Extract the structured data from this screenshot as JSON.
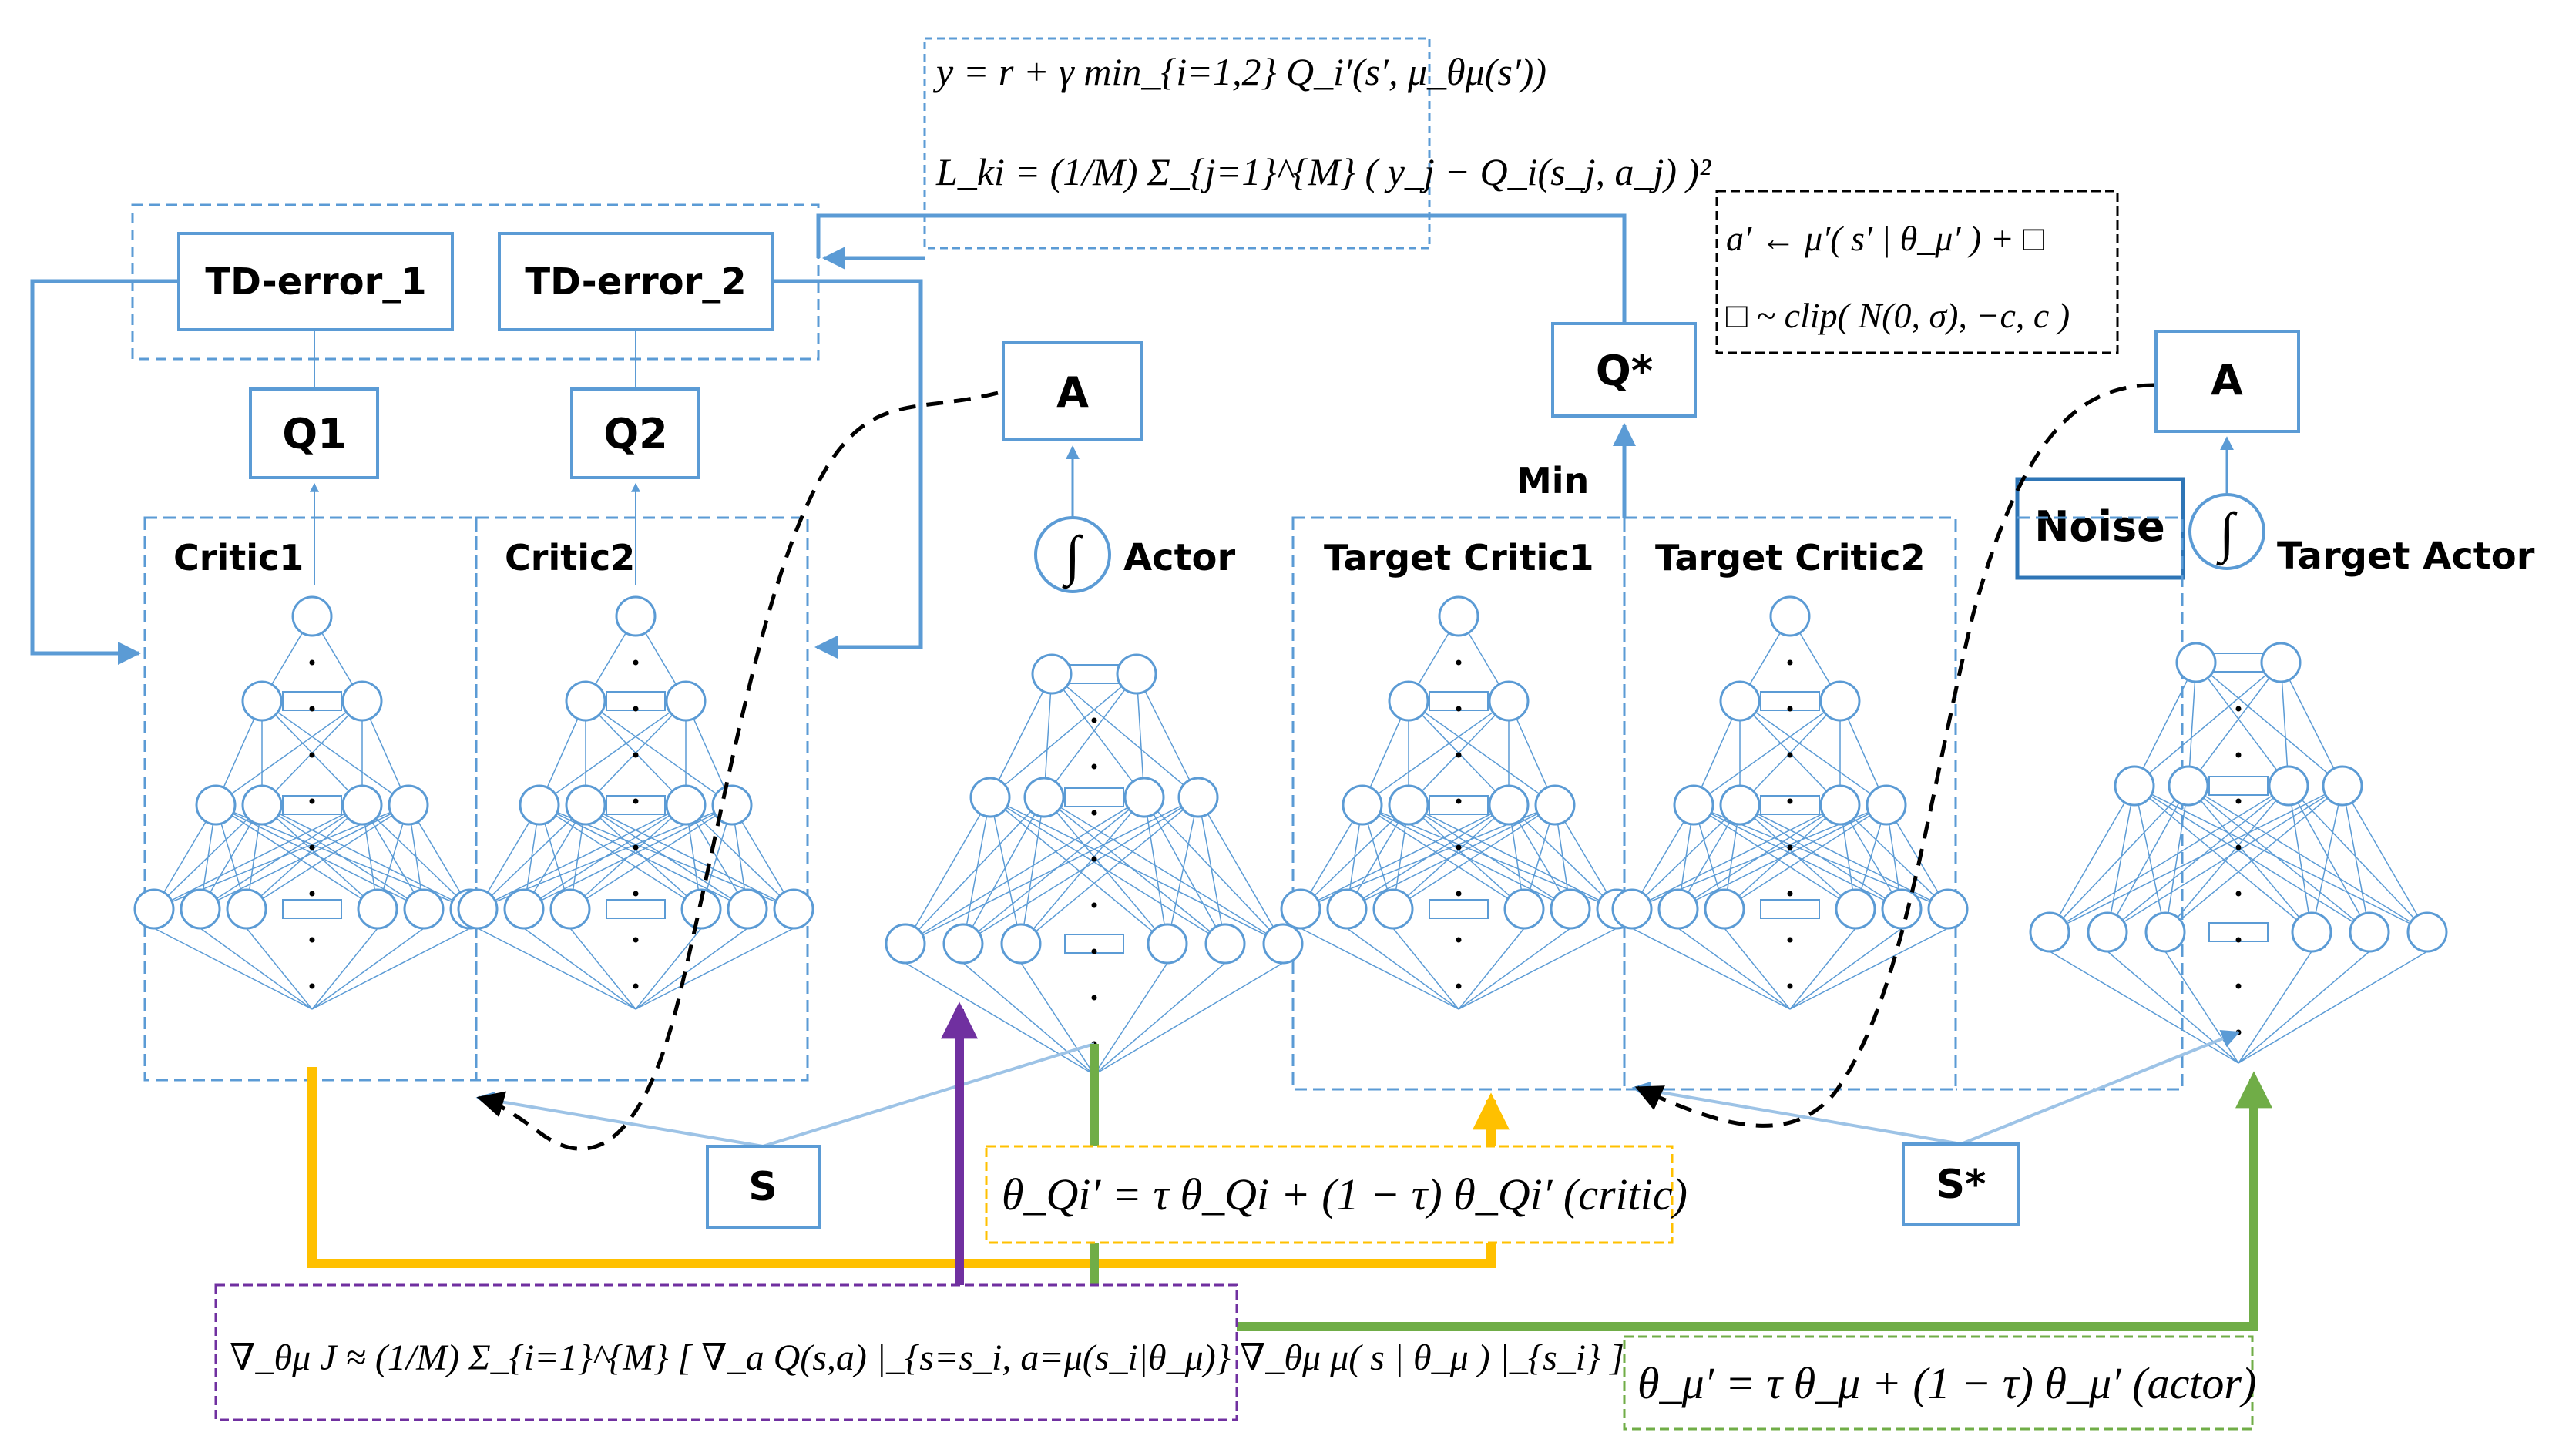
{
  "colors": {
    "blue": "#5b9bd5",
    "dark_blue": "#2e75b6",
    "text": "#000000",
    "yellow": "#ffc000",
    "purple": "#7030a0",
    "green": "#70ad47"
  },
  "labels": {
    "td_error_1": "TD-error_1",
    "td_error_2": "TD-error_2",
    "q1": "Q1",
    "q2": "Q2",
    "a": "A",
    "a_target": "A",
    "q_star": "Q*",
    "min": "Min",
    "noise": "Noise",
    "critic1": "Critic1",
    "critic2": "Critic2",
    "actor": "Actor",
    "target_critic1": "Target Critic1",
    "target_critic2": "Target Critic2",
    "target_actor": "Target Actor",
    "s": "S",
    "s_star": "S*",
    "integral": "∫"
  },
  "formulas": {
    "target_y": "y = r + γ min_{i=1,2} Q_i′(s′, μ_θμ(s′))",
    "loss": "L_ki = (1/M) Σ_{j=1}^{M} ( y_j − Q_i(s_j, a_j) )²",
    "target_action": "a′ ← μ′( s′ | θ_μ′ ) + □",
    "noise_clip": "□ ~ clip( N(0, σ), −c, c )",
    "critic_update": "θ_Qi′ = τ θ_Qi + (1 − τ) θ_Qi′ (critic)",
    "policy_gradient": "∇_θμ J ≈ (1/M) Σ_{i=1}^{M} [ ∇_a Q(s,a) |_{s=s_i, a=μ(s_i|θ_μ)} ∇_θμ μ( s | θ_μ ) |_{s_i} ]",
    "actor_update": "θ_μ′ = τ θ_μ + (1 − τ) θ_μ′ (actor)"
  }
}
